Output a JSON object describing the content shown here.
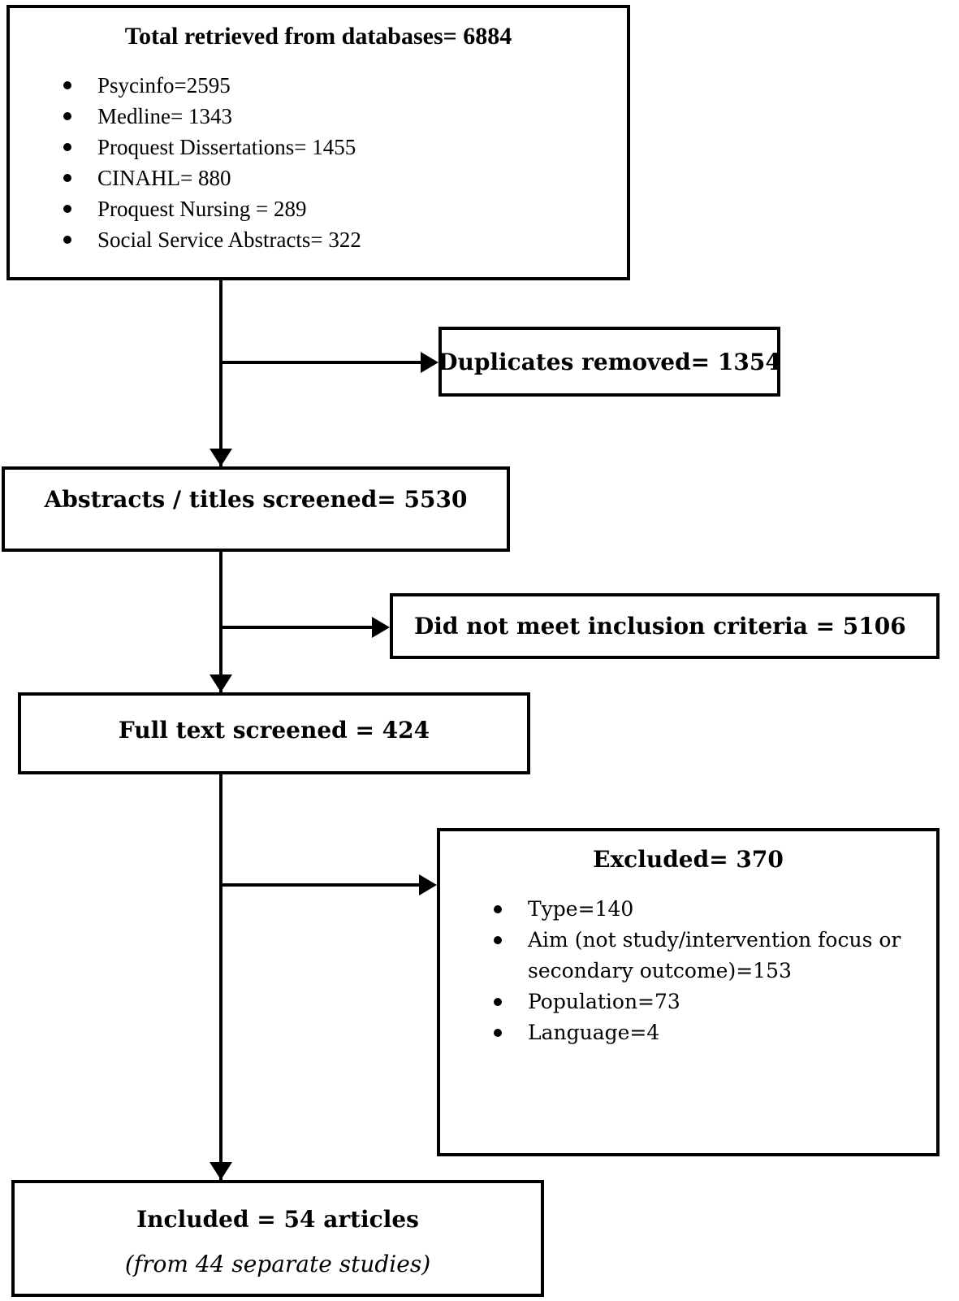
{
  "flowchart": {
    "total_box": {
      "title": "Total retrieved from databases= 6884",
      "items": [
        "Psycinfo=2595",
        "Medline= 1343",
        "Proquest Dissertations= 1455",
        "CINAHL= 880",
        "Proquest Nursing = 289",
        "Social Service Abstracts= 322"
      ]
    },
    "duplicates_box": {
      "label": "Duplicates removed= 1354"
    },
    "abstracts_box": {
      "label": "Abstracts / titles screened= 5530"
    },
    "inclusion_box": {
      "label": "Did not meet inclusion criteria = 5106"
    },
    "fulltext_box": {
      "label": "Full text screened = 424"
    },
    "excluded_box": {
      "title": "Excluded= 370",
      "items": [
        "Type=140",
        "Aim (not study/intervention focus or secondary outcome)=153",
        "Population=73",
        "Language=4"
      ]
    },
    "included_box": {
      "title": "Included = 54 articles",
      "subtitle": "(from 44 separate studies)"
    },
    "colors": {
      "background": "#ffffff",
      "border": "#000000",
      "text": "#000000"
    }
  }
}
